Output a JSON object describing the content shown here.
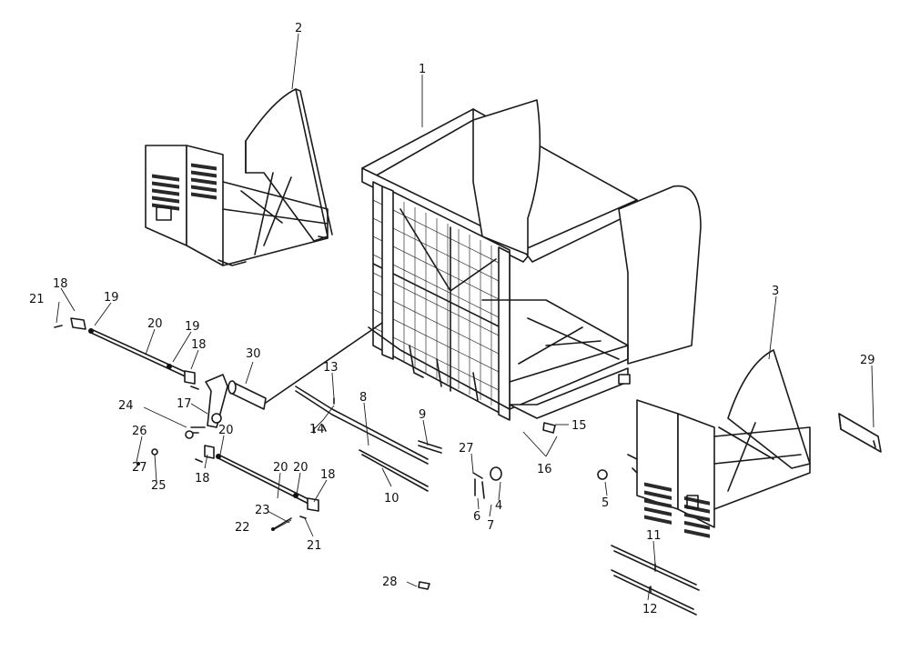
{
  "callouts": [
    {
      "id": "c1",
      "label": "1"
    },
    {
      "id": "c2",
      "label": "2"
    },
    {
      "id": "c3",
      "label": "3"
    },
    {
      "id": "c4",
      "label": "4"
    },
    {
      "id": "c5",
      "label": "5"
    },
    {
      "id": "c6",
      "label": "6"
    },
    {
      "id": "c7",
      "label": "7"
    },
    {
      "id": "c8",
      "label": "8"
    },
    {
      "id": "c9",
      "label": "9"
    },
    {
      "id": "c10",
      "label": "10"
    },
    {
      "id": "c11",
      "label": "11"
    },
    {
      "id": "c12",
      "label": "12"
    },
    {
      "id": "c13",
      "label": "13"
    },
    {
      "id": "c14",
      "label": "14"
    },
    {
      "id": "c15",
      "label": "15"
    },
    {
      "id": "c16",
      "label": "16"
    },
    {
      "id": "c17",
      "label": "17"
    },
    {
      "id": "c18a",
      "label": "18"
    },
    {
      "id": "c18b",
      "label": "18"
    },
    {
      "id": "c18c",
      "label": "18"
    },
    {
      "id": "c18d",
      "label": "18"
    },
    {
      "id": "c19a",
      "label": "19"
    },
    {
      "id": "c19b",
      "label": "19"
    },
    {
      "id": "c20a",
      "label": "20"
    },
    {
      "id": "c20b",
      "label": "20"
    },
    {
      "id": "c20c",
      "label": "20"
    },
    {
      "id": "c20d",
      "label": "20"
    },
    {
      "id": "c21a",
      "label": "21"
    },
    {
      "id": "c21b",
      "label": "21"
    },
    {
      "id": "c22",
      "label": "22"
    },
    {
      "id": "c23",
      "label": "23"
    },
    {
      "id": "c24",
      "label": "24"
    },
    {
      "id": "c25",
      "label": "25"
    },
    {
      "id": "c26",
      "label": "26"
    },
    {
      "id": "c27a",
      "label": "27"
    },
    {
      "id": "c27b",
      "label": "27"
    },
    {
      "id": "c28",
      "label": "28"
    },
    {
      "id": "c29",
      "label": "29"
    },
    {
      "id": "c30",
      "label": "30"
    }
  ]
}
